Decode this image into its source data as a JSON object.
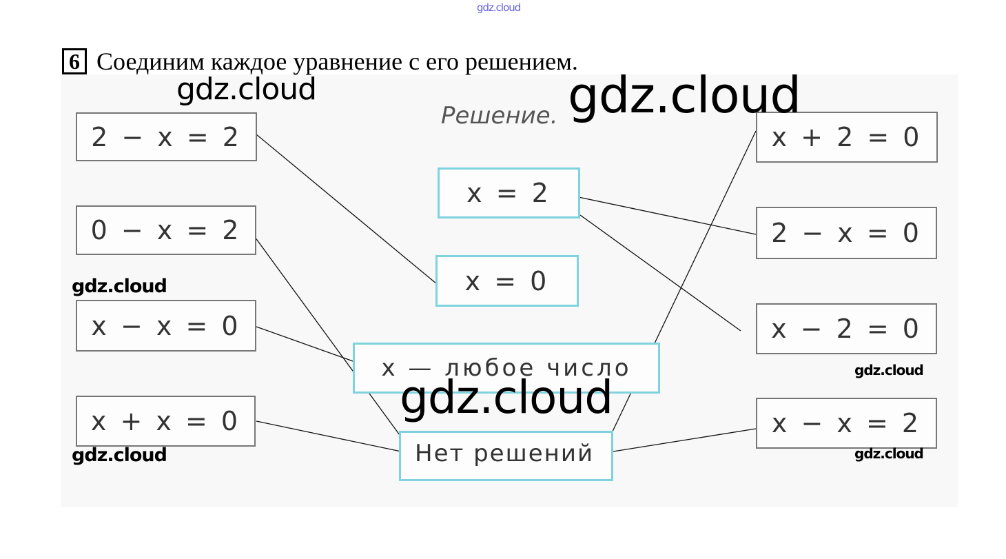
{
  "header_watermark": "gdz.cloud",
  "task": {
    "number": "6",
    "title": "Соединим каждое уравнение с его решением."
  },
  "solutions_label": "Решение.",
  "left_equations": [
    "2 − x = 2",
    "0 − x = 2",
    "x − x = 0",
    "x + x = 0"
  ],
  "right_equations": [
    "x + 2 = 0",
    "2 − x = 0",
    "x − 2 = 0",
    "x − x = 2"
  ],
  "solutions": [
    "x = 2",
    "x = 0",
    "x — любое число",
    "Нет решений"
  ],
  "connections": [
    {
      "equation": "2 − x = 2",
      "solution": "x = 0"
    },
    {
      "equation": "0 − x = 2",
      "solution": "Нет решений"
    },
    {
      "equation": "x − x = 0",
      "solution": "x — любое число"
    },
    {
      "equation": "x + x = 0",
      "solution": "Нет решений"
    },
    {
      "equation": "2 − x = 0",
      "solution": "x = 2"
    },
    {
      "equation": "x − 2 = 0",
      "solution": "x = 2"
    },
    {
      "equation": "x + 2 = 0",
      "solution": "Нет решений"
    },
    {
      "equation": "x − x = 2",
      "solution": "Нет решений"
    }
  ],
  "watermarks": [
    "gdz.cloud",
    "gdz.cloud",
    "gdz.cloud",
    "gdz.cloud",
    "gdz.cloud",
    "gdz.cloud",
    "gdz.cloud"
  ]
}
